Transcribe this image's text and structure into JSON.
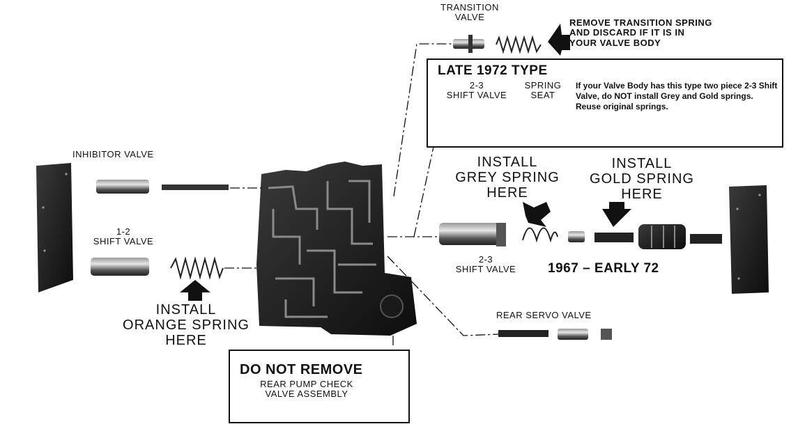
{
  "labels": {
    "transition_valve": [
      "TRANSITION",
      "VALVE"
    ],
    "transition_warning": [
      "REMOVE TRANSITION SPRING",
      "AND DISCARD IF IT IS IN",
      "YOUR VALVE BODY"
    ],
    "late1972_title": "LATE 1972 TYPE",
    "late_shift_valve": [
      "2-3",
      "SHIFT VALVE"
    ],
    "spring_seat": [
      "SPRING",
      "SEAT"
    ],
    "late_note": "If your Valve Body has this type two piece 2-3 Shift Valve, do NOT install Grey and Gold springs.  Reuse original springs.",
    "inhibitor_valve": "INHIBITOR VALVE",
    "shift_valve_12": [
      "1-2",
      "SHIFT VALVE"
    ],
    "install_orange": [
      "INSTALL",
      "ORANGE SPRING",
      "HERE"
    ],
    "install_grey": [
      "INSTALL",
      "GREY SPRING",
      "HERE"
    ],
    "install_gold": [
      "INSTALL",
      "GOLD SPRING",
      "HERE"
    ],
    "shift_valve_23": [
      "2-3",
      "SHIFT VALVE"
    ],
    "early_label": "1967 – EARLY 72",
    "rear_servo_valve": "REAR SERVO VALVE",
    "do_not_remove": "DO NOT REMOVE",
    "rear_pump_check": [
      "REAR PUMP CHECK",
      "VALVE ASSEMBLY"
    ]
  },
  "colors": {
    "ink": "#111111",
    "part_dark": "#2a2a2a",
    "part_mid": "#6b6b6b",
    "paper": "#ffffff"
  }
}
